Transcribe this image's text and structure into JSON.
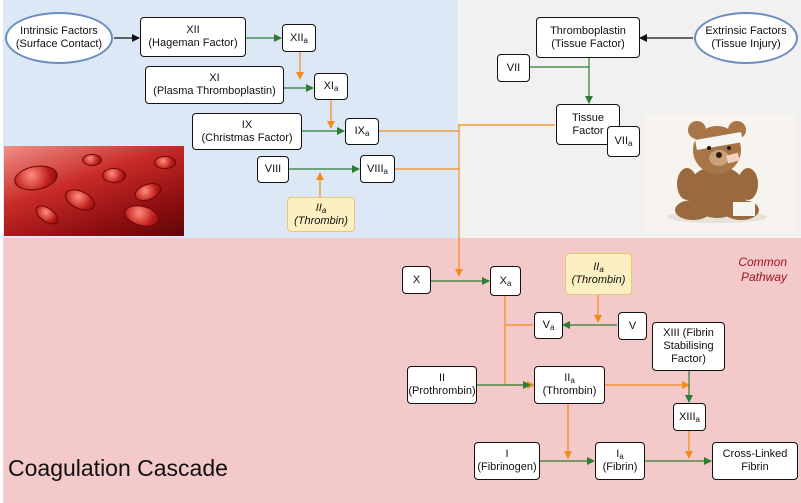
{
  "title": "Coagulation Cascade",
  "common_pathway_label": [
    "Common",
    "Pathway"
  ],
  "colors": {
    "intrinsic_bg": "#dde8f7",
    "extrinsic_bg": "#f1f1f1",
    "common_bg": "#f3c9c9",
    "green_arrow": "#2e7d32",
    "orange_arrow": "#f28c1e",
    "thrombin_fill": "#fcefc2",
    "pathway_text": "#a0141e"
  },
  "nodes": {
    "intrinsic": {
      "lines": [
        "Intrinsic Factors",
        "(Surface Contact)"
      ]
    },
    "xii": {
      "lines": [
        "XII",
        "(Hageman Factor)"
      ]
    },
    "xiia": {
      "base": "XII",
      "sub": "a"
    },
    "xi": {
      "lines": [
        "XI",
        "(Plasma Thromboplastin)"
      ]
    },
    "xia": {
      "base": "XI",
      "sub": "a"
    },
    "ix": {
      "lines": [
        "IX",
        "(Christmas Factor)"
      ]
    },
    "ixa": {
      "base": "IX",
      "sub": "a"
    },
    "viii": {
      "lines": [
        "VIII"
      ]
    },
    "viiia": {
      "base": "VIII",
      "sub": "a"
    },
    "thrombin_top": {
      "base": "II",
      "sub": "a",
      "line2": "(Thrombin)"
    },
    "thromboplastin": {
      "lines": [
        "Thromboplastin",
        "(Tissue Factor)"
      ]
    },
    "extrinsic": {
      "lines": [
        "Extrinsic Factors",
        "(Tissue Injury)"
      ]
    },
    "vii": {
      "lines": [
        "VII"
      ]
    },
    "tissue_factor": {
      "lines": [
        "Tissue",
        "Factor"
      ]
    },
    "viia": {
      "base": "VII",
      "sub": "a"
    },
    "x": {
      "lines": [
        "X"
      ]
    },
    "xa": {
      "base": "X",
      "sub": "a"
    },
    "thrombin_common": {
      "base": "II",
      "sub": "a",
      "line2": "(Thrombin)"
    },
    "v": {
      "lines": [
        "V"
      ]
    },
    "va": {
      "base": "V",
      "sub": "a"
    },
    "xiii": {
      "lines": [
        "XIII (Fibrin",
        "Stabilising",
        "Factor)"
      ]
    },
    "ii": {
      "lines": [
        "II",
        "(Prothrombin)"
      ]
    },
    "iia": {
      "base": "II",
      "sub": "a",
      "line2": "(Thrombin)"
    },
    "xiiia": {
      "base": "XIII",
      "sub": "a"
    },
    "i": {
      "lines": [
        "I",
        "(Fibrinogen)"
      ]
    },
    "ia": {
      "base": "I",
      "sub": "a",
      "line2": "(Fibrin)"
    },
    "crosslinked": {
      "lines": [
        "Cross-Linked",
        "Fibrin"
      ]
    }
  }
}
